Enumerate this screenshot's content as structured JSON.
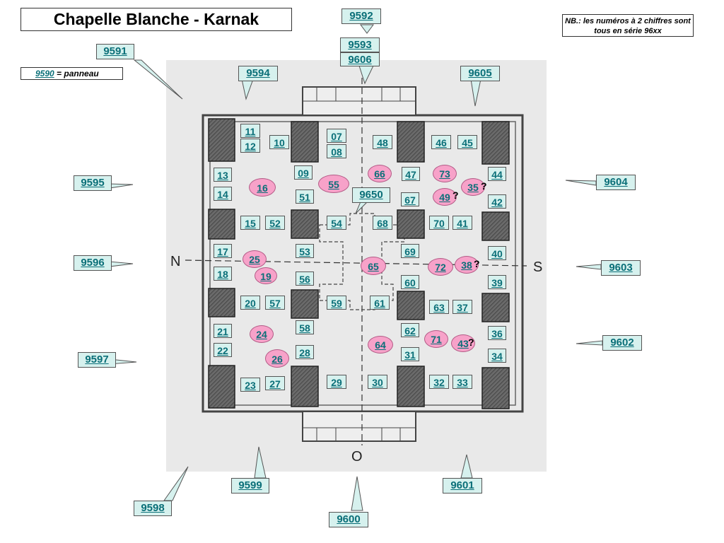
{
  "title": "Chapelle Blanche - Karnak",
  "note": "NB.: les numéros à 2 chiffres sont tous en série 96xx",
  "legend": {
    "number": "9590",
    "text": " = panneau"
  },
  "compass": {
    "north": "N",
    "south": "S",
    "west": "O"
  },
  "outer_labels": [
    "9591",
    "9592",
    "9593",
    "9606",
    "9594",
    "9605",
    "9595",
    "9604",
    "9596",
    "9603",
    "9597",
    "9602",
    "9598",
    "9599",
    "9600",
    "9601",
    "9650"
  ],
  "inner_labels": [
    "11",
    "12",
    "10",
    "07",
    "08",
    "48",
    "46",
    "45",
    "09",
    "13",
    "66",
    "47",
    "73",
    "44",
    "14",
    "16",
    "55",
    "51",
    "67",
    "49",
    "35",
    "42",
    "15",
    "52",
    "54",
    "68",
    "70",
    "41",
    "17",
    "53",
    "69",
    "40",
    "25",
    "18",
    "19",
    "65",
    "72",
    "38",
    "56",
    "60",
    "39",
    "20",
    "57",
    "59",
    "61",
    "63",
    "37",
    "21",
    "58",
    "62",
    "36",
    "24",
    "71",
    "22",
    "64",
    "43",
    "28",
    "31",
    "34",
    "26",
    "23",
    "27",
    "29",
    "30",
    "32",
    "33"
  ],
  "question_mark": "?",
  "colors": {
    "label_text": "#0a6f78",
    "box_fill": "#d6f1ee",
    "pink_fill": "#f7a2c9"
  }
}
